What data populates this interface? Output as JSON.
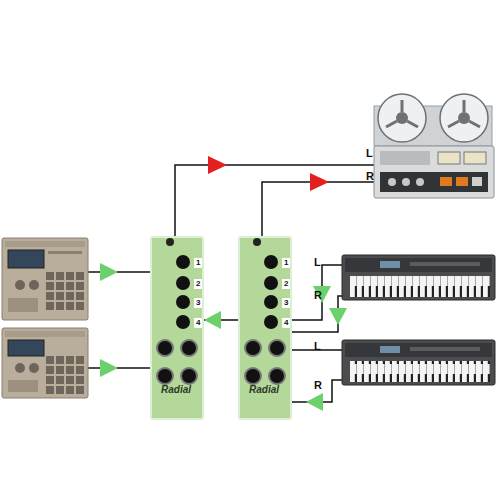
{
  "diagram": {
    "nodes": [
      {
        "text": [
          "1",
          "2",
          "3",
          "4",
          "Radial"
        ]
      },
      {
        "text": [
          "1",
          "2",
          "3",
          "4",
          "Radial"
        ]
      }
    ],
    "labels": [
      "L",
      "R",
      "L",
      "R",
      "L",
      "R"
    ]
  }
}
